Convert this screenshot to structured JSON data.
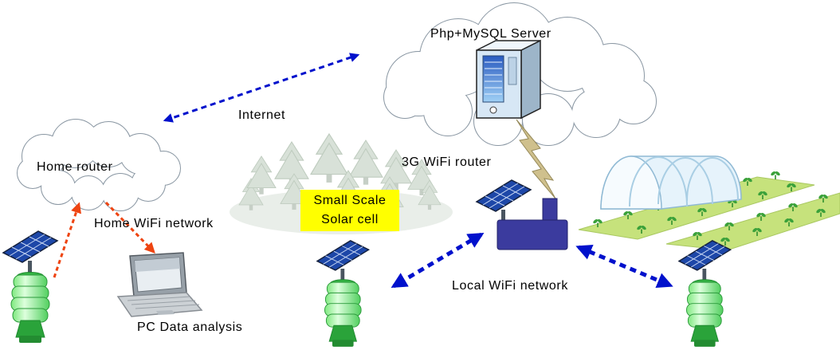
{
  "labels": {
    "server": "Php+MySQL Server",
    "internet": "Internet",
    "home_router": "Home router",
    "home_wifi_network": "Home WiFi network",
    "pc_data_analysis": "PC Data analysis",
    "solar_cell_line1": "Small Scale",
    "solar_cell_line2": "Solar cell",
    "router_3g": "3G WiFi router",
    "local_wifi_network": "Local WiFi network"
  },
  "colors": {
    "arrow_blue": "#0011cc",
    "arrow_red": "#ee4411",
    "label_highlight": "#ffff00",
    "router_body": "#3b3b9e",
    "cloud_outline": "#8a97a3",
    "field_green": "#c6e27c",
    "sensor_green": "#7ce87c",
    "greenhouse_blue": "#e6f3fb",
    "solar_panel_blue": "#1d47a8"
  }
}
